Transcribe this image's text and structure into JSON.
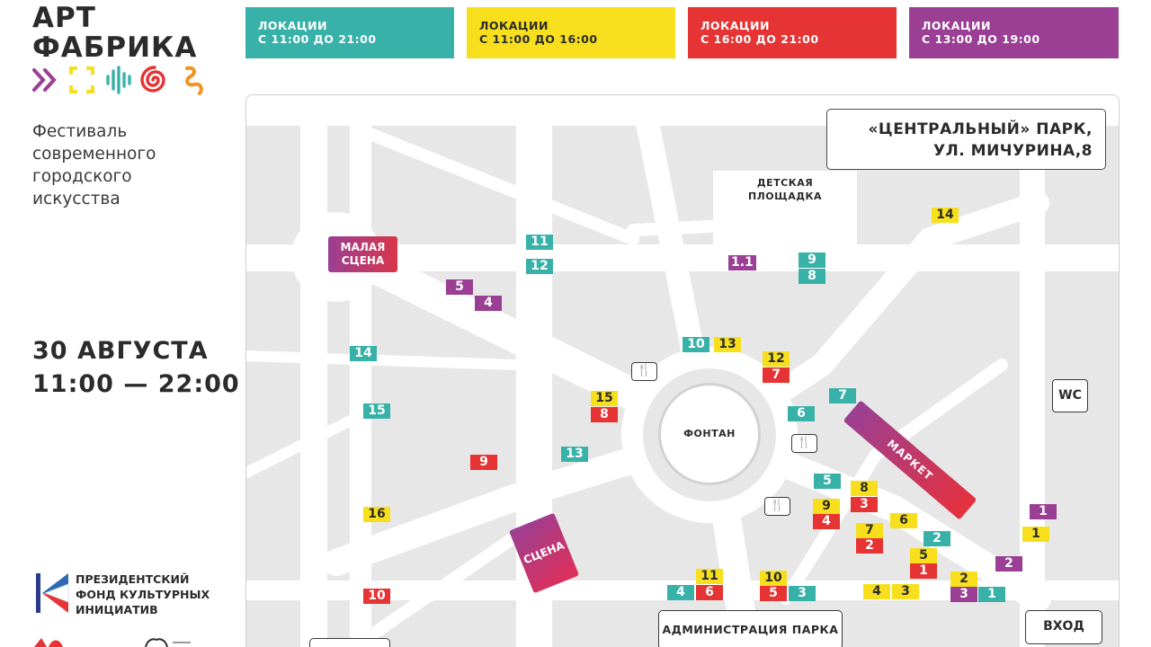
{
  "brand": {
    "title_line1": "АРТ",
    "title_line2": "ФАБРИКА",
    "icon_colors": [
      "#9a3f94",
      "#f7df1e",
      "#38b2a9",
      "#e63333",
      "#f29325"
    ]
  },
  "tagline": [
    "Фестиваль",
    "современного",
    "городского",
    "искусства"
  ],
  "event": {
    "date": "30 АВГУСТА",
    "time": "11:00 — 22:00"
  },
  "sponsor": {
    "line1": "ПРЕЗИДЕНТСКИЙ",
    "line2": "ФОНД КУЛЬТУРНЫХ",
    "line3": "ИНИЦИАТИВ"
  },
  "legend": [
    {
      "label": "ЛОКАЦИИ",
      "hours": "С 11:00 ДО 21:00",
      "color": "#38b2a9"
    },
    {
      "label": "ЛОКАЦИИ",
      "hours": "С 11:00 ДО 16:00",
      "color": "#f7df1e"
    },
    {
      "label": "ЛОКАЦИИ",
      "hours": "С 16:00 ДО 21:00",
      "color": "#e63333"
    },
    {
      "label": "ЛОКАЦИИ",
      "hours": "С 13:00 ДО 19:00",
      "color": "#9a3f94"
    }
  ],
  "map": {
    "park_name": "«ЦЕНТРАЛЬНЫЙ» ПАРК,",
    "park_address": "УЛ. МИЧУРИНА,8",
    "playground_line1": "ДЕТСКАЯ",
    "playground_line2": "ПЛОЩАДКА",
    "fountain": "ФОНТАН",
    "small_stage_line1": "МАЛАЯ",
    "small_stage_line2": "СЦЕНА",
    "main_stage": "СЦЕНА",
    "market": "МАРКЕТ",
    "wc": "WC",
    "admin": "АДМИНИСТРАЦИЯ ПАРКА",
    "entrance": "ВХОД",
    "food_icon": "fork-knife-icon"
  },
  "badges": {
    "b01": "11",
    "b02": "12",
    "b03": "5",
    "b04": "4",
    "b05": "14",
    "b06": "15",
    "b07": "16",
    "b08": "10",
    "b09": "9",
    "b10": "13",
    "b11": "15",
    "b12": "8",
    "b13": "1.1",
    "b14": "9",
    "b15": "8",
    "b16": "14",
    "b17": "10",
    "b18": "13",
    "b19": "12",
    "b20": "7",
    "b21": "7",
    "b22": "6",
    "b23": "5",
    "b24": "8",
    "b25": "3",
    "b26": "9",
    "b27": "4",
    "b28": "6",
    "b29": "7",
    "b30": "2",
    "b31": "2",
    "b32": "5",
    "b33": "1",
    "b34": "1",
    "b35": "1",
    "b36": "2",
    "b37": "2",
    "b38": "3",
    "b39": "1",
    "b40": "4",
    "b41": "3",
    "b42": "11",
    "b43": "4",
    "b44": "6",
    "b45": "10",
    "b46": "5",
    "b47": "3"
  }
}
